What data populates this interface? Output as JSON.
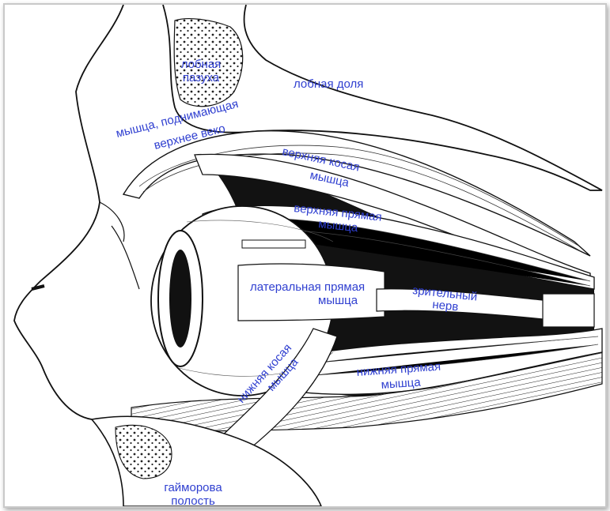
{
  "colors": {
    "label": "#2f3fd0",
    "ink": "#111111",
    "paper": "#ffffff"
  },
  "labels": {
    "frontal_sinus_1": "лобная",
    "frontal_sinus_2": "пазуха",
    "frontal_lobe": "лобная доля",
    "levator_1": "мышца, поднимающая",
    "levator_2": "верхнее веко",
    "superior_oblique_1": "верхняя косая",
    "superior_oblique_2": "мышца",
    "superior_rectus_1": "верхняя прямая",
    "superior_rectus_2": "мышца",
    "lateral_rectus_1": "латеральная прямая",
    "lateral_rectus_2": "мышца",
    "optic_nerve_1": "зрительный",
    "optic_nerve_2": "нерв",
    "inferior_oblique_1": "нижняя косая",
    "inferior_oblique_2": "мышца",
    "inferior_rectus_1": "нижняя прямая",
    "inferior_rectus_2": "мышца",
    "maxillary_sinus_1": "гайморова",
    "maxillary_sinus_2": "полость"
  }
}
